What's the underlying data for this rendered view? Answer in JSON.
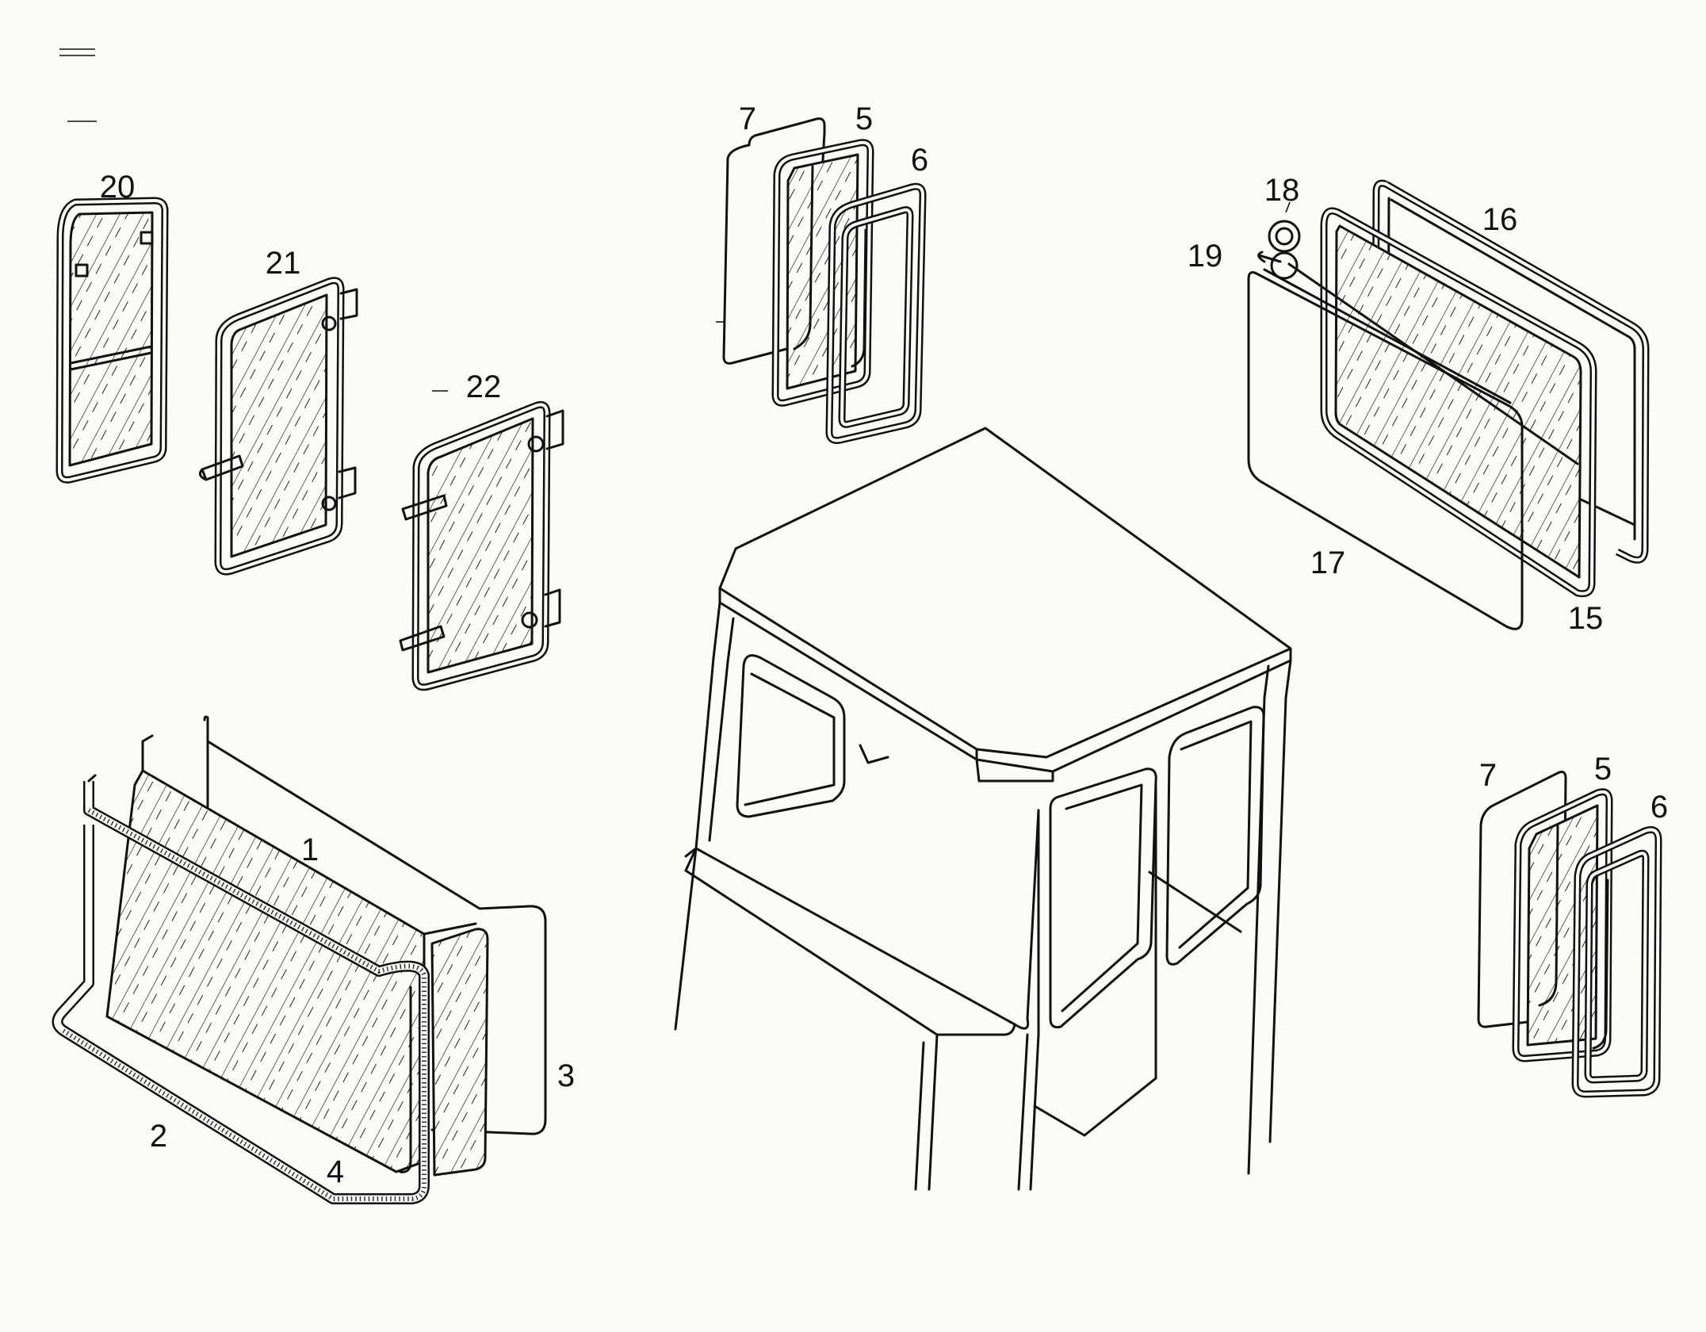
{
  "diagram": {
    "callouts": [
      {
        "id": "c20",
        "text": "20"
      },
      {
        "id": "c21",
        "text": "21"
      },
      {
        "id": "c22",
        "text": "22"
      },
      {
        "id": "c7a",
        "text": "7"
      },
      {
        "id": "c5a",
        "text": "5"
      },
      {
        "id": "c6a",
        "text": "6"
      },
      {
        "id": "c18",
        "text": "18"
      },
      {
        "id": "c19",
        "text": "19"
      },
      {
        "id": "c16",
        "text": "16"
      },
      {
        "id": "c17",
        "text": "17"
      },
      {
        "id": "c15",
        "text": "15"
      },
      {
        "id": "c1",
        "text": "1"
      },
      {
        "id": "c2",
        "text": "2"
      },
      {
        "id": "c3",
        "text": "3"
      },
      {
        "id": "c4",
        "text": "4"
      },
      {
        "id": "c7b",
        "text": "7"
      },
      {
        "id": "c5b",
        "text": "5"
      },
      {
        "id": "c6b",
        "text": "6"
      }
    ]
  }
}
